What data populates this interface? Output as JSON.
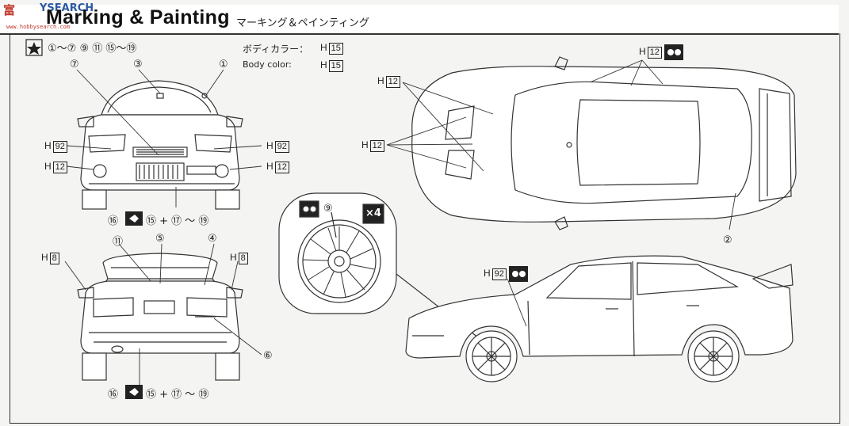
{
  "header": {
    "title": "Marking & Painting",
    "title_jp": "マーキング＆ペインティング",
    "watermark": "富",
    "watermark2": "YSEARCH",
    "watermark_url": "www.hobbysearch.com"
  },
  "decal_set": {
    "sequence": "①～⑦ ⑨ ⑪ ⑮～⑲"
  },
  "body_color": {
    "label_jp": "ボディカラー：",
    "label_en": "Body color:",
    "code_prefix": "H",
    "code": "15"
  },
  "front_view": {
    "callout_1": "①",
    "callout_3": "③",
    "callout_7": "⑦",
    "left_upper_prefix": "H",
    "left_upper_code": "92",
    "left_lower_prefix": "H",
    "left_lower_code": "12",
    "right_upper_prefix": "H",
    "right_upper_code": "92",
    "right_lower_prefix": "H",
    "right_lower_code": "12",
    "sequence_left": "⑯",
    "sequence_right": "⑮ + ⑰ ～ ⑲"
  },
  "rear_view": {
    "callout_11": "⑪",
    "callout_5": "⑤",
    "callout_4": "④",
    "callout_6": "⑥",
    "left_prefix": "H",
    "left_code": "8",
    "right_prefix": "H",
    "right_code": "8",
    "sequence_left": "⑯",
    "sequence_right": "⑮ + ⑰ ～ ⑲"
  },
  "wheel_detail": {
    "callout_9": "⑨",
    "quantity": "×4"
  },
  "top_view": {
    "roof_prefix": "H",
    "roof_code": "12",
    "hood_upper_prefix": "H",
    "hood_upper_code": "12",
    "hood_lower_prefix": "H",
    "hood_lower_code": "12",
    "callout_2": "②"
  },
  "side_view": {
    "hood_prefix": "H",
    "hood_code": "92"
  }
}
